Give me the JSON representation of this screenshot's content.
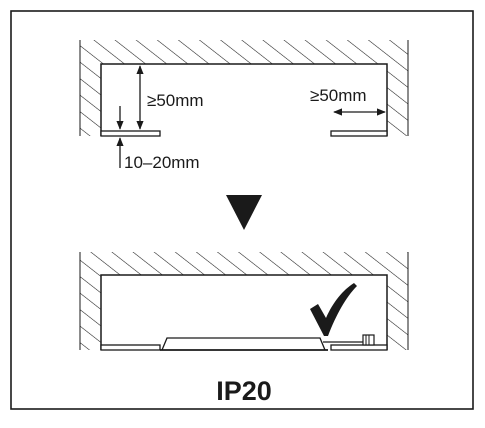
{
  "colors": {
    "line": "#1a1a1a",
    "hatch": "#1a1a1a",
    "background": "#ffffff",
    "panel": "#ffffff"
  },
  "labels": {
    "cavity_height": "≥50mm",
    "side_clearance": "≥50mm",
    "ceiling_thickness": "10–20mm",
    "rating": "IP20"
  },
  "icons": {
    "arrow": "down-triangle-icon",
    "check": "checkmark-icon"
  }
}
